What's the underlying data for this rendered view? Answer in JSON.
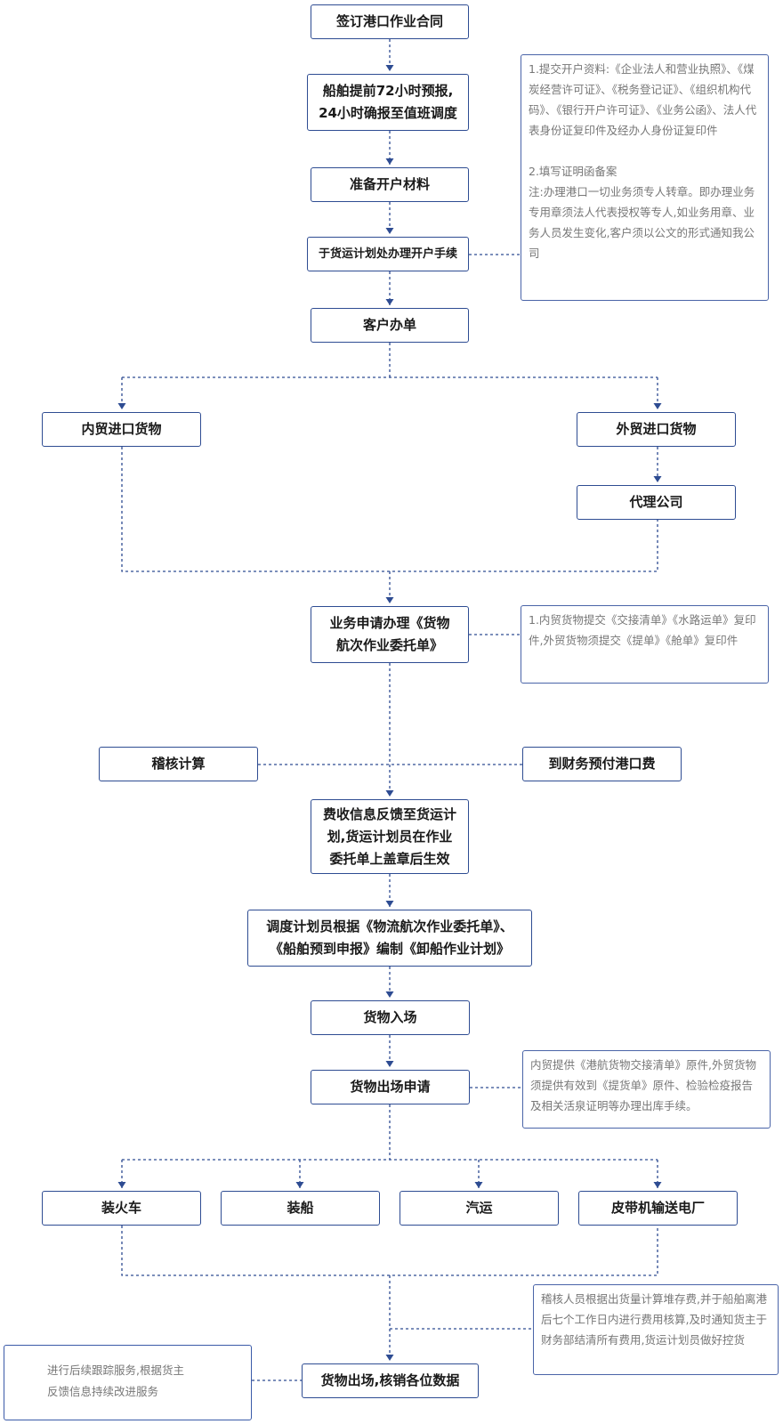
{
  "nodes": {
    "sign_contract": "签订港口作业合同",
    "ship_report": "船舶提前72小时预报,\n24小时确报至值班调度",
    "prepare_materials": "准备开户材料",
    "open_account": "于货运计划处办理开户手续",
    "customer_order": "客户办单",
    "domestic_import": "内贸进口货物",
    "foreign_import": "外贸进口货物",
    "agent_company": "代理公司",
    "business_application": "业务申请办理《货物\n航次作业委托单》",
    "audit_calculation": "稽核计算",
    "prepay_fees": "到财务预付港口费",
    "fee_feedback": "费收信息反馈至货运计\n划,货运计划员在作业\n委托单上盖章后生效",
    "dispatch_plan": "调度计划员根据《物流航次作业委托单》、\n《船舶预到申报》编制《卸船作业计划》",
    "cargo_entry": "货物入场",
    "exit_application": "货物出场申请",
    "train": "装火车",
    "ship": "装船",
    "truck": "汽运",
    "belt_conveyor": "皮带机输送电厂",
    "cargo_exit": "货物出场,核销各位数据"
  },
  "notes": {
    "account_materials": "1.提交开户资料:《企业法人和营业执照》、《煤炭经营许可证》、《税务登记证》、《组织机构代码》、《银行开户许可证》、《业务公函》、法人代表身份证复印件及经办人身份证复印件\n\n2.填写证明函备案\n注:办理港口一切业务须专人转章。即办理业务专用章须法人代表授权等专人,如业务用章、业务人员发生变化,客户须以公文的形式通知我公司",
    "documents": "1.内贸货物提交《交接清单》《水路运单》复印件,外贸货物须提交《提单》《舱单》复印件",
    "exit_procedures": "内贸提供《港航货物交接清单》原件,外贸货物须提供有效到《提货单》原件、检验检疫报告及相关活泉证明等办理出库手续。",
    "storage_fees": "稽核人员根据出货量计算堆存费,并于船舶离港后七个工作日内进行费用核算,及时通知货主于财务部结清所有费用,货运计划员做好控货",
    "follow_up": "进行后续跟踪服务,根据货主\n反馈信息持续改进服务"
  },
  "colors": {
    "border": "#2e4c92",
    "note_text": "#777777"
  }
}
